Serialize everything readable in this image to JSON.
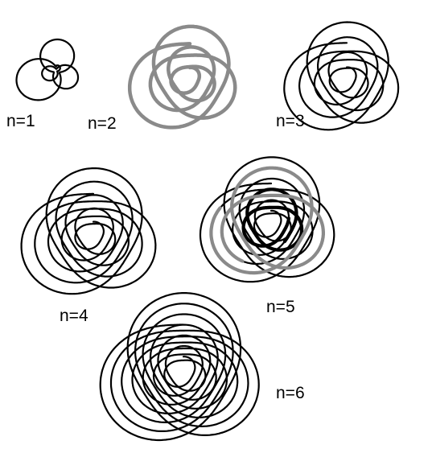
{
  "diagrams": [
    {
      "label": "n=1",
      "n": 1,
      "color": "#000000"
    },
    {
      "label": "n=2",
      "n": 2,
      "color": "#8a8a8a"
    },
    {
      "label": "n=3",
      "n": 3,
      "color": "#000000"
    },
    {
      "label": "n=4",
      "n": 4,
      "color": "#000000"
    },
    {
      "label": "n=5",
      "n": 5,
      "color": "#000000",
      "highlight": [
        {
          "layer": 2,
          "color": "#000000"
        },
        {
          "layer": 4,
          "color": "#8a8a8a"
        }
      ]
    },
    {
      "label": "n=6",
      "n": 6,
      "color": "#000000"
    }
  ]
}
